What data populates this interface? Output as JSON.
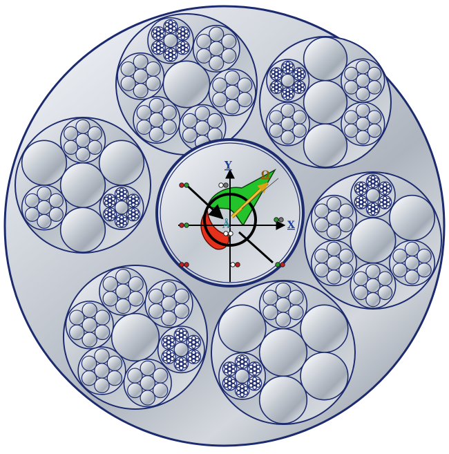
{
  "diagram": {
    "axis_labels": {
      "x": "X",
      "y": "Y",
      "omega": "Ω",
      "origin": "Å"
    },
    "colors": {
      "outline": "#1c2a6e",
      "metal_light": "#f4f6f9",
      "metal_dark": "#8d96a3",
      "green_sector": "#22c32b",
      "red_sector": "#e5301c",
      "gold_arrow": "#e8b828",
      "axis_label": "#1b3f9a",
      "omega_label": "#8a5a00"
    }
  }
}
